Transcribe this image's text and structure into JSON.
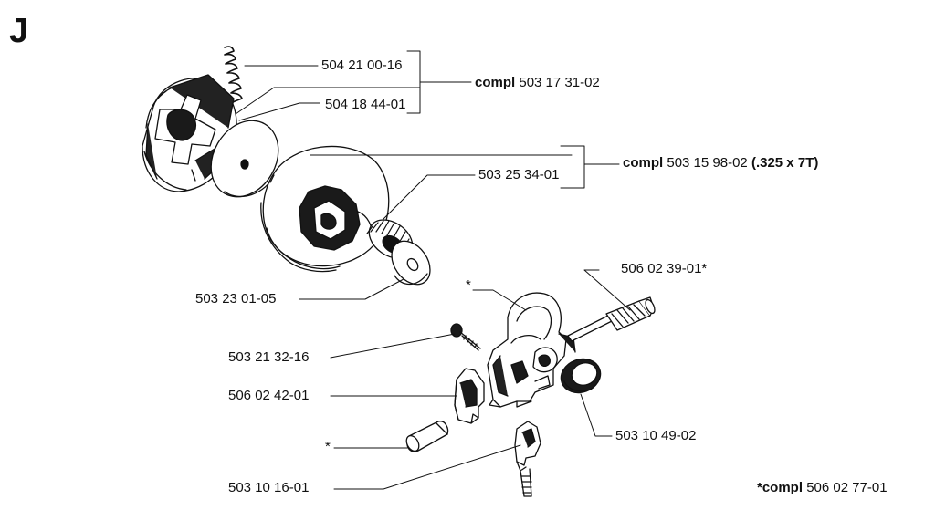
{
  "section_letter": "J",
  "labels": {
    "p504_21_00_16": "504 21 00-16",
    "p504_18_44_01": "504 18 44-01",
    "compl_a_prefix": "compl",
    "compl_a_number": "503 17 31-02",
    "compl_b_prefix": "compl",
    "compl_b_number": "503 15 98-02",
    "compl_b_suffix": "(.325 x 7T)",
    "p503_25_34_01": "503 25 34-01",
    "p503_23_01_05": "503 23 01-05",
    "p506_02_39_01": "506 02 39-01*",
    "star_top": "*",
    "p503_21_32_16": "503 21 32-16",
    "p506_02_42_01": "506 02 42-01",
    "p503_10_49_02": "503 10 49-02",
    "star_pin": "*",
    "p503_10_16_01": "503 10 16-01",
    "footnote_prefix": "*compl",
    "footnote_number": "506 02 77-01"
  },
  "colors": {
    "line": "#111111",
    "fill_dark": "#1a1a1a",
    "fill_light": "#ffffff",
    "shade": "#6a6a6a"
  }
}
